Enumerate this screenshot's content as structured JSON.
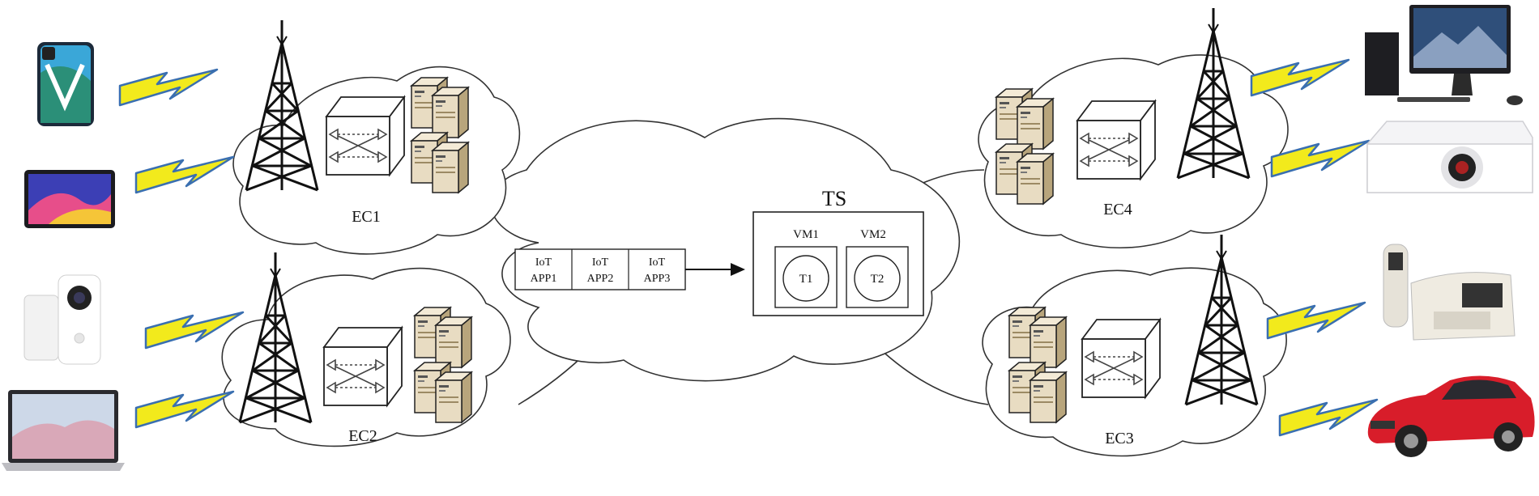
{
  "central": {
    "label": "TS",
    "apps": [
      {
        "line1": "IoT",
        "line2": "APP1"
      },
      {
        "line1": "IoT",
        "line2": "APP2"
      },
      {
        "line1": "IoT",
        "line2": "APP3"
      }
    ],
    "vms": [
      {
        "label": "VM1",
        "task": "T1"
      },
      {
        "label": "VM2",
        "task": "T2"
      }
    ]
  },
  "edges": [
    {
      "id": "ec1",
      "label": "EC1",
      "devices": [
        "smartphone-icon",
        "tablet-icon"
      ]
    },
    {
      "id": "ec2",
      "label": "EC2",
      "devices": [
        "video-doorbell-icon",
        "laptop-icon"
      ]
    },
    {
      "id": "ec3",
      "label": "EC3",
      "devices": [
        "cordless-phone-icon",
        "car-icon"
      ]
    },
    {
      "id": "ec4",
      "label": "EC4",
      "devices": [
        "desktop-computer-icon",
        "projector-icon"
      ]
    }
  ],
  "colors": {
    "lightning": "#f2ea1c",
    "lightning_edge": "#3a6fb0",
    "server": "#e8dcc2",
    "server_dark": "#b8a57c",
    "tower": "#111111",
    "cloud_stroke": "#333333"
  }
}
